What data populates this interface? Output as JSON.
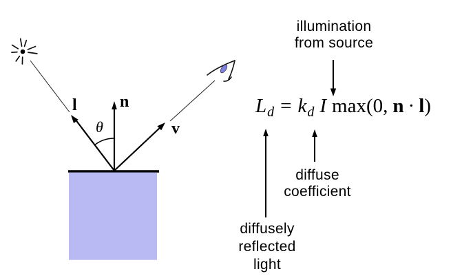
{
  "colors": {
    "surface": "#b9b9f4",
    "eye_lens": "#8080e2",
    "ink": "#000000"
  },
  "diagram": {
    "light_vector_label": "l",
    "normal_vector_label": "n",
    "view_vector_label": "v",
    "angle_label": "θ"
  },
  "formula": {
    "lhs_var": "L",
    "lhs_sub": "d",
    "equals": "=",
    "coeff_var": "k",
    "coeff_sub": "d",
    "intensity_var": "I",
    "max_open": "max(0,",
    "normal_var": "n",
    "dot": "·",
    "light_var": "l",
    "close_paren": ")"
  },
  "annotations": {
    "illumination": "illumination\nfrom source",
    "diffuse_coefficient": "diffuse\ncoefficient",
    "diffusely_reflected": "diffusely\nreflected\nlight"
  }
}
